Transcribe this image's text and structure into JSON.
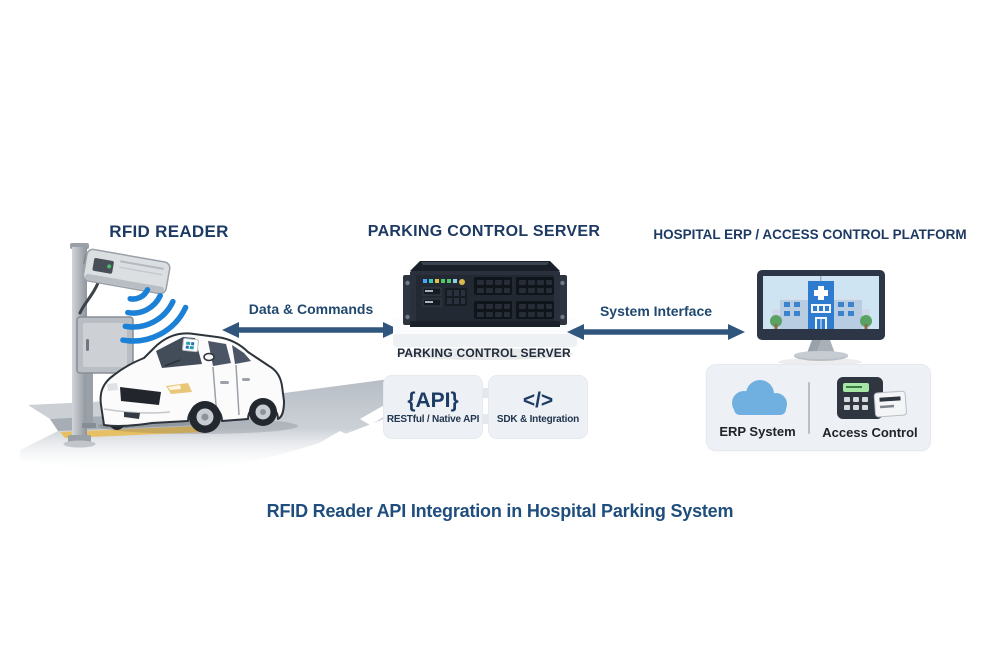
{
  "title": "RFID Reader API Integration in Hospital Parking System",
  "sections": {
    "rfid": {
      "heading": "RFID READER"
    },
    "server": {
      "heading": "PARKING CONTROL SERVER",
      "caption": "PARKING CONTROL SERVER"
    },
    "hospital": {
      "heading": "HOSPITAL ERP / ACCESS CONTROL PLATFORM"
    }
  },
  "connections": {
    "left": {
      "label": "Data & Commands",
      "direction": "bidirectional"
    },
    "right": {
      "label": "System Interface",
      "direction": "bidirectional"
    }
  },
  "api_modules": [
    {
      "icon": "{API}",
      "label": "RESTful / Native API"
    },
    {
      "icon": "</>",
      "label": "SDK & Integration"
    }
  ],
  "platform_components": [
    {
      "icon": "cloud-icon",
      "label": "ERP System"
    },
    {
      "icon": "access-keypad-icon",
      "label": "Access Control"
    }
  ],
  "colors": {
    "heading": "#1d3a63",
    "arrow": "#31567e",
    "signal_blue": "#1a81d6",
    "panel_bg": "#edf0f4",
    "caption": "#1f4e7d",
    "cloud_blue": "#6fb0e0",
    "hospital_blue": "#2f7bd0"
  }
}
